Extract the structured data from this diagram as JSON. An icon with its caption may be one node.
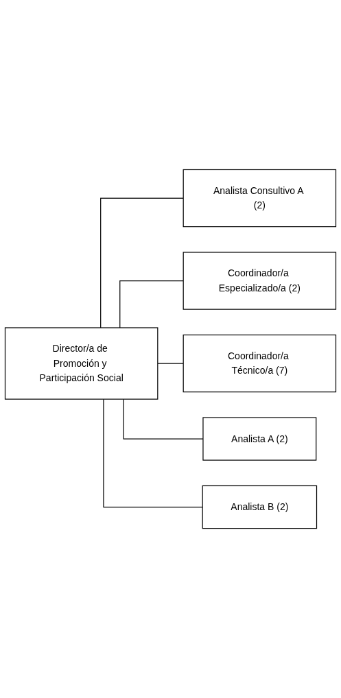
{
  "diagram": {
    "nodes": [
      {
        "text": [
          "Director/a de Promoción y Participación Social"
        ]
      },
      {
        "text": [
          "Analista Consultivo A (2)"
        ]
      },
      {
        "text": [
          "Coordinador/a Especializado/a (2)"
        ]
      },
      {
        "text": [
          "Coordinador/a Técnico/a (7)"
        ]
      },
      {
        "text": [
          "Analista A (2)"
        ]
      },
      {
        "text": [
          "Analista B (2)"
        ]
      }
    ],
    "edges": [
      {
        "from": 0,
        "to": 1,
        "arrow": "none"
      },
      {
        "from": 0,
        "to": 2,
        "arrow": "none"
      },
      {
        "from": 0,
        "to": 3,
        "arrow": "none"
      },
      {
        "from": 0,
        "to": 4,
        "arrow": "none"
      },
      {
        "from": 0,
        "to": 5,
        "arrow": "none"
      }
    ]
  }
}
